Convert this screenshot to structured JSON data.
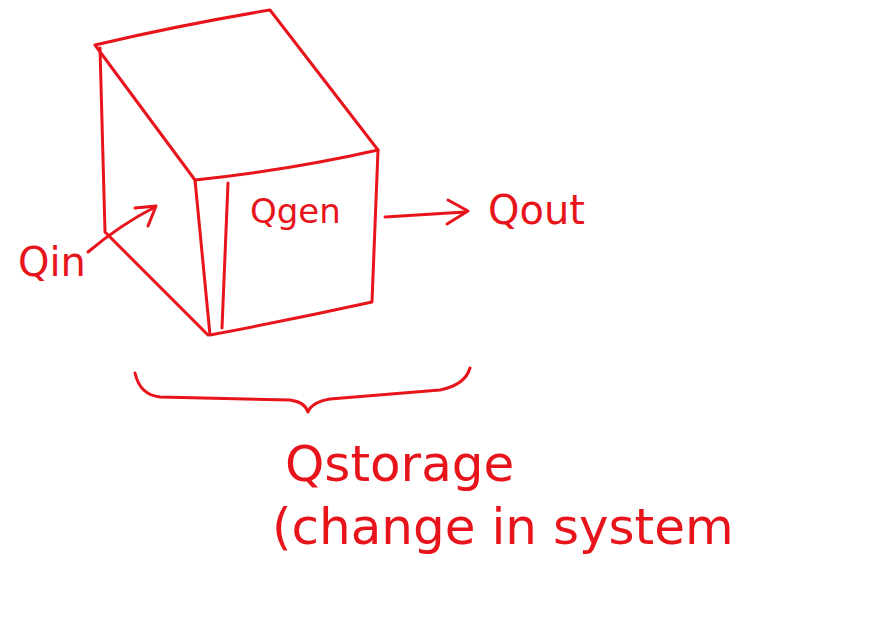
{
  "diagram": {
    "nodes": [
      {
        "text": [
          "Qgen"
        ]
      }
    ],
    "labels": [
      "Qin",
      "Qout",
      "Qstorage",
      "(change in system"
    ]
  }
}
